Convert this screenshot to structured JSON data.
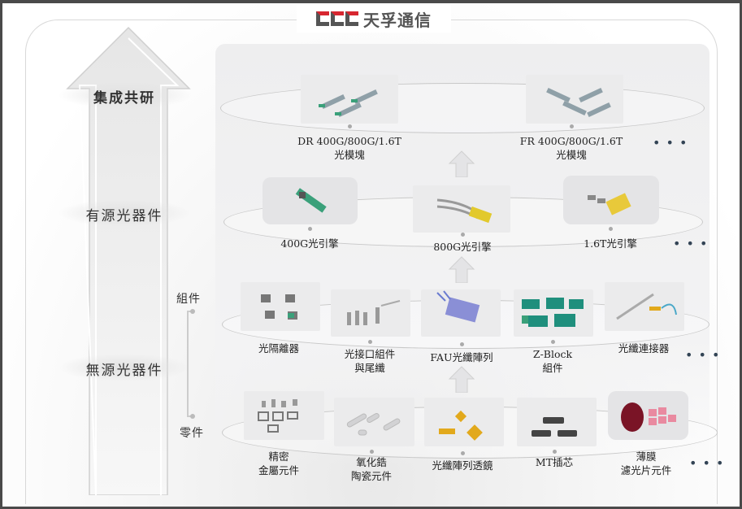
{
  "logo": {
    "text": "天孚通信",
    "mark": "TFC"
  },
  "layers": [
    {
      "label": "集成共研"
    },
    {
      "label": "有源光器件"
    },
    {
      "label": "無源光器件"
    }
  ],
  "bracket": {
    "top": "組件",
    "bottom": "零件"
  },
  "tiers": [
    {
      "items": [
        {
          "line1": "DR 400G/800G/1.6T",
          "line2": "光模塊"
        },
        {
          "line1": "FR 400G/800G/1.6T",
          "line2": "光模塊"
        }
      ],
      "more": "• • •"
    },
    {
      "items": [
        {
          "line1": "400G光引擎"
        },
        {
          "line1": "800G光引擎"
        },
        {
          "line1": "1.6T光引擎"
        }
      ],
      "more": "• • •"
    },
    {
      "items": [
        {
          "line1": "光隔離器"
        },
        {
          "line1": "光接口組件",
          "line2": "與尾纖"
        },
        {
          "line1": "FAU光纖陣列"
        },
        {
          "line1": "Z-Block",
          "line2": "組件"
        },
        {
          "line1": "光纖連接器"
        }
      ],
      "more": "• • •"
    },
    {
      "items": [
        {
          "line1": "精密",
          "line2": "金屬元件"
        },
        {
          "line1": "氧化鋯",
          "line2": "陶瓷元件"
        },
        {
          "line1": "光纖陣列透鏡"
        },
        {
          "line1": "MT插芯"
        },
        {
          "line1": "薄膜",
          "line2": "濾光片元件"
        }
      ],
      "more": "• • •"
    }
  ],
  "colors": {
    "brand_red": "#d7262f",
    "brand_gray": "#555555",
    "green": "#3aa07a",
    "gold": "#e2a91c",
    "teal": "#1f8f7d",
    "maroon": "#7a1426",
    "pink": "#e98aa0"
  }
}
